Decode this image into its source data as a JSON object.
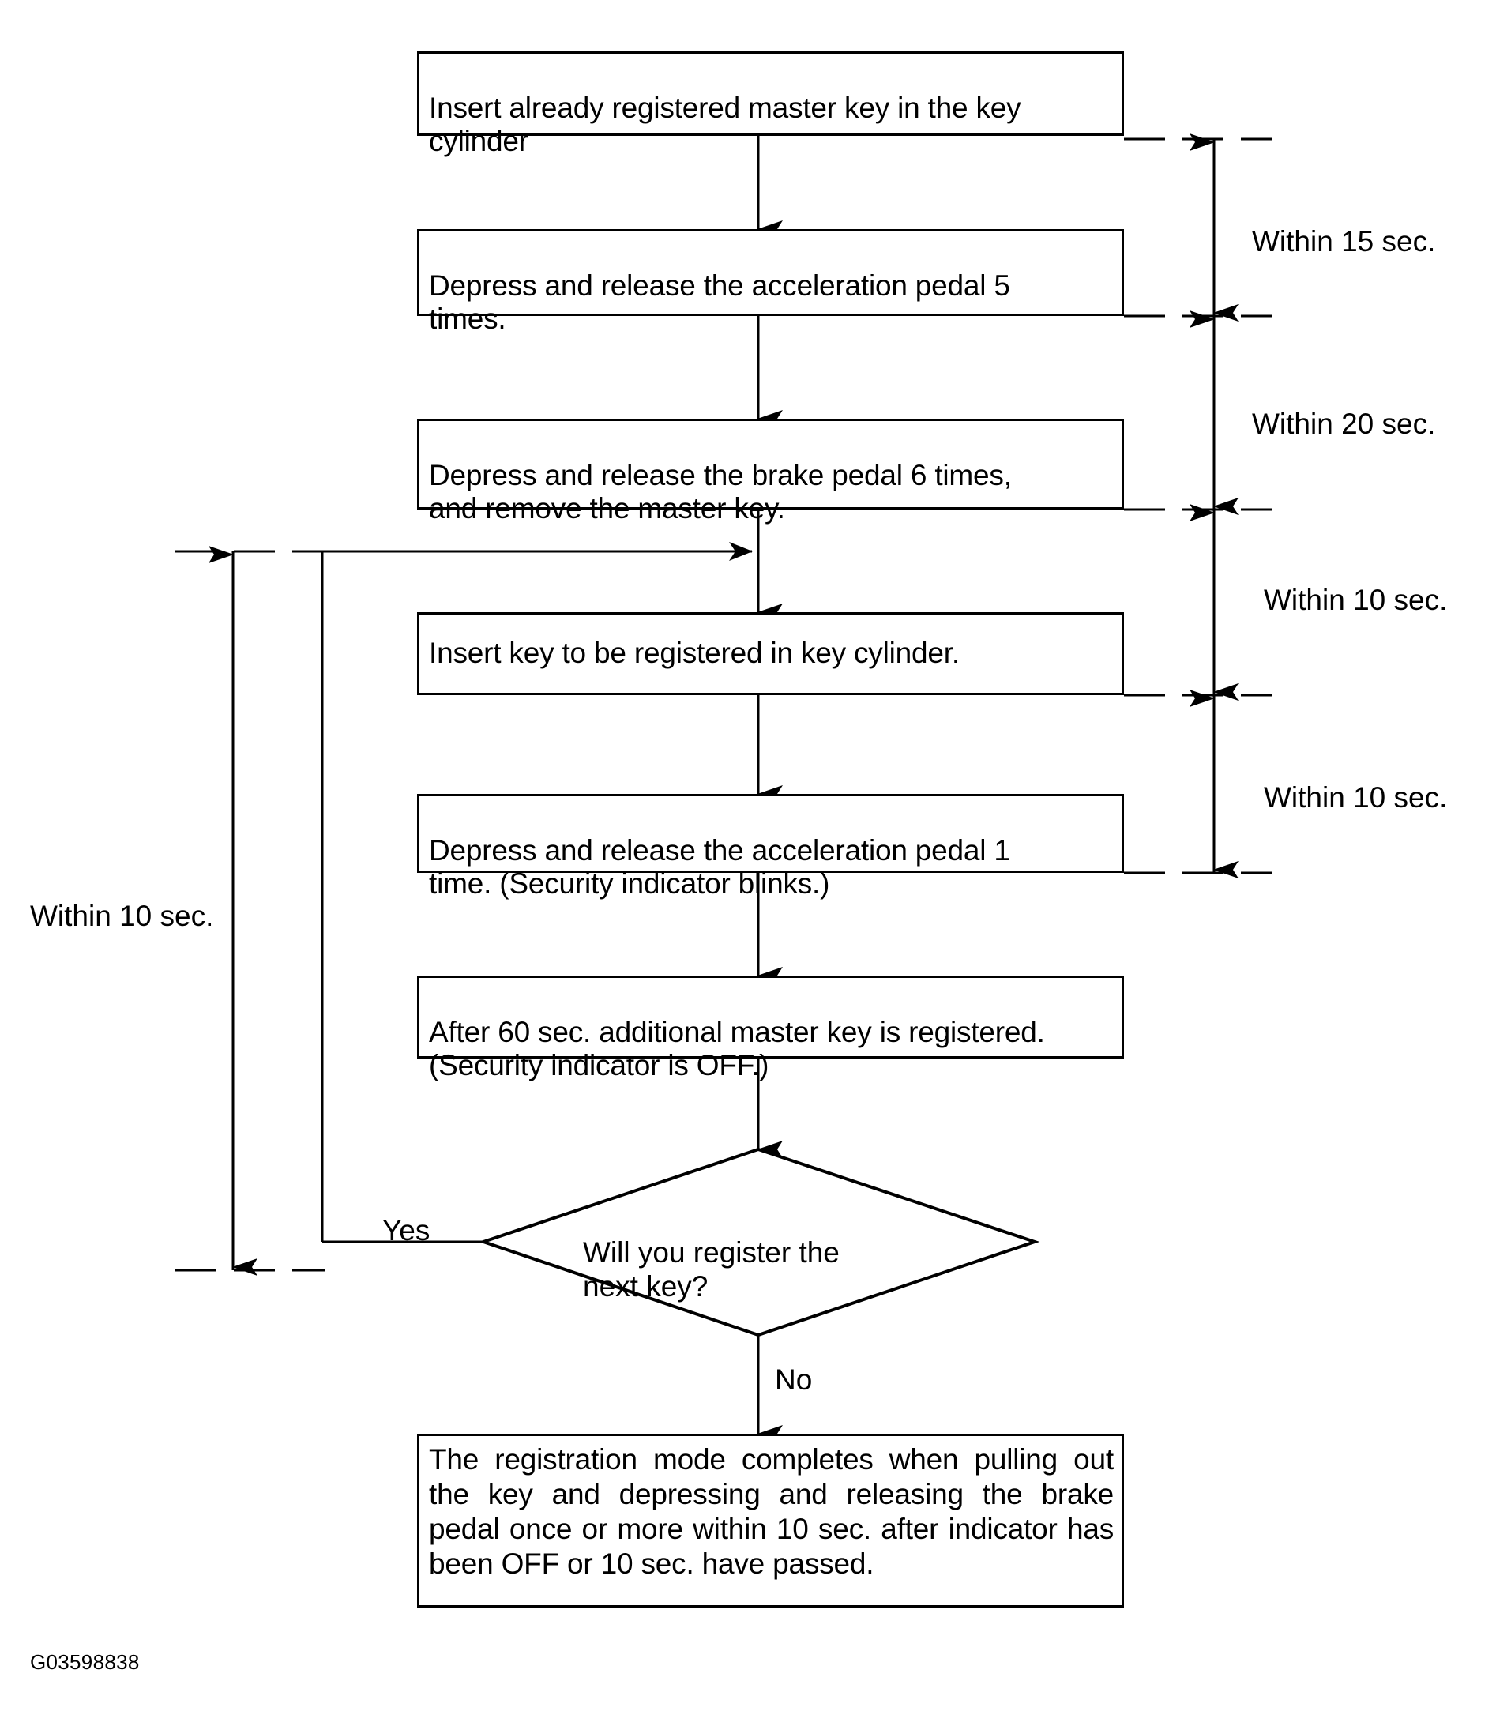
{
  "figure": {
    "id_label": "G03598838",
    "title": "Additional master key registration procedure flowchart",
    "type": "flowchart",
    "line_color": "#000000",
    "background_color": "#ffffff"
  },
  "steps": [
    {
      "key": "step1",
      "text": "Insert already registered master key in the key\ncylinder"
    },
    {
      "key": "step2",
      "text": "Depress and release the acceleration pedal 5\ntimes."
    },
    {
      "key": "step3",
      "text": "Depress and release the brake pedal 6 times,\nand remove the master key."
    },
    {
      "key": "step4",
      "text": "Insert key to be registered in key cylinder."
    },
    {
      "key": "step5",
      "text": "Depress and release the acceleration pedal 1\ntime. (Security indicator blinks.)"
    },
    {
      "key": "step6",
      "text": "After 60 sec. additional master key is registered.\n(Security indicator is OFF.)"
    },
    {
      "key": "step7",
      "text": "The registration mode completes when pulling out the key and depressing and releasing the brake pedal once or more within 10 sec. after indicator has been OFF or 10 sec. have passed."
    }
  ],
  "decision": {
    "key": "decision1",
    "text": "Will you register the\nnext key?",
    "yes_label": "Yes",
    "no_label": "No"
  },
  "timing_annotations": {
    "right": [
      {
        "key": "t1",
        "text": "Within 15 sec."
      },
      {
        "key": "t2",
        "text": "Within 20 sec."
      },
      {
        "key": "t3",
        "text": "Within 10 sec."
      },
      {
        "key": "t4",
        "text": "Within 10 sec."
      }
    ],
    "left": [
      {
        "key": "t5",
        "text": "Within 10 sec."
      }
    ]
  }
}
